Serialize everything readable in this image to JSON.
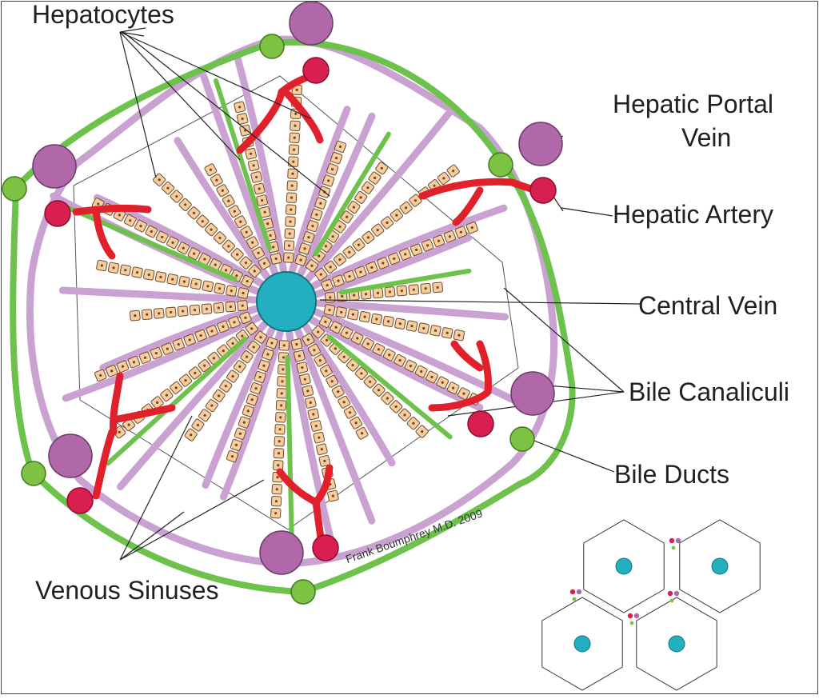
{
  "labels": {
    "hepatocytes": "Hepatocytes",
    "portal_vein_line1": "Hepatic Portal",
    "portal_vein_line2": "Vein",
    "hepatic_artery": "Hepatic Artery",
    "central_vein": "Central Vein",
    "bile_canaliculi": "Bile Canaliculi",
    "bile_ducts": "Bile Ducts",
    "venous_sinuses": "Venous Sinuses"
  },
  "credit": "Frank Boumphrey M.D. 2009",
  "colors": {
    "portal_vein": "#b068a8",
    "hepatic_artery": "#d81f4f",
    "bile_duct": "#7dc242",
    "central_vein": "#22b0c0",
    "sinusoid": "#c9a2d2",
    "green_channel": "#6cc24a",
    "red_vessel": "#e0202a",
    "hepatocyte_fill": "#f7cc9e",
    "hepatocyte_stroke": "#6b4a2a"
  }
}
